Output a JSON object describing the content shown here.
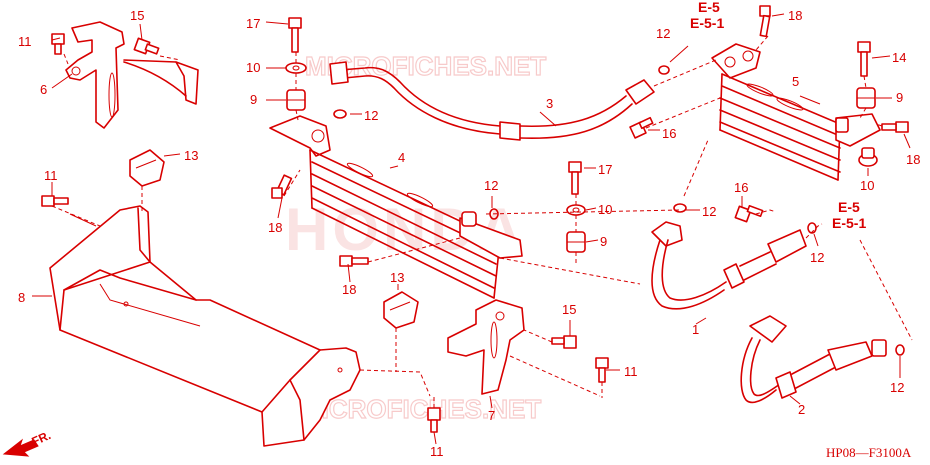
{
  "diagram_code": "HP08—F3100A",
  "watermark": {
    "site": "MICROFICHES.NET",
    "brand": "HONDA"
  },
  "direction_mark": "FR.",
  "references": [
    {
      "id": "ref-top-1",
      "line1": "E-5",
      "line2": "E-5-1"
    },
    {
      "id": "ref-right-1",
      "line1": "E-5",
      "line2": "E-5-1"
    }
  ],
  "callouts": [
    {
      "id": "c15a",
      "label": "15"
    },
    {
      "id": "c11a",
      "label": "11"
    },
    {
      "id": "c6",
      "label": "6"
    },
    {
      "id": "c17a",
      "label": "17"
    },
    {
      "id": "c10a",
      "label": "10"
    },
    {
      "id": "c9a",
      "label": "9"
    },
    {
      "id": "c12a",
      "label": "12"
    },
    {
      "id": "c3",
      "label": "3"
    },
    {
      "id": "c12b",
      "label": "12"
    },
    {
      "id": "c18a",
      "label": "18"
    },
    {
      "id": "c14",
      "label": "14"
    },
    {
      "id": "c5",
      "label": "5"
    },
    {
      "id": "c9b",
      "label": "9"
    },
    {
      "id": "c18b",
      "label": "18"
    },
    {
      "id": "c10b",
      "label": "10"
    },
    {
      "id": "c16a",
      "label": "16"
    },
    {
      "id": "c13a",
      "label": "13"
    },
    {
      "id": "c4",
      "label": "4"
    },
    {
      "id": "c11b",
      "label": "11"
    },
    {
      "id": "c18c",
      "label": "18"
    },
    {
      "id": "c12c",
      "label": "12"
    },
    {
      "id": "c17b",
      "label": "17"
    },
    {
      "id": "c10c",
      "label": "10"
    },
    {
      "id": "c9c",
      "label": "9"
    },
    {
      "id": "c12d",
      "label": "12"
    },
    {
      "id": "c16b",
      "label": "16"
    },
    {
      "id": "c12e",
      "label": "12"
    },
    {
      "id": "c8",
      "label": "8"
    },
    {
      "id": "c18d",
      "label": "18"
    },
    {
      "id": "c13b",
      "label": "13"
    },
    {
      "id": "c15b",
      "label": "15"
    },
    {
      "id": "c1",
      "label": "1"
    },
    {
      "id": "c11c",
      "label": "11"
    },
    {
      "id": "c7",
      "label": "7"
    },
    {
      "id": "c2",
      "label": "2"
    },
    {
      "id": "c12f",
      "label": "12"
    },
    {
      "id": "c11d",
      "label": "11"
    }
  ]
}
